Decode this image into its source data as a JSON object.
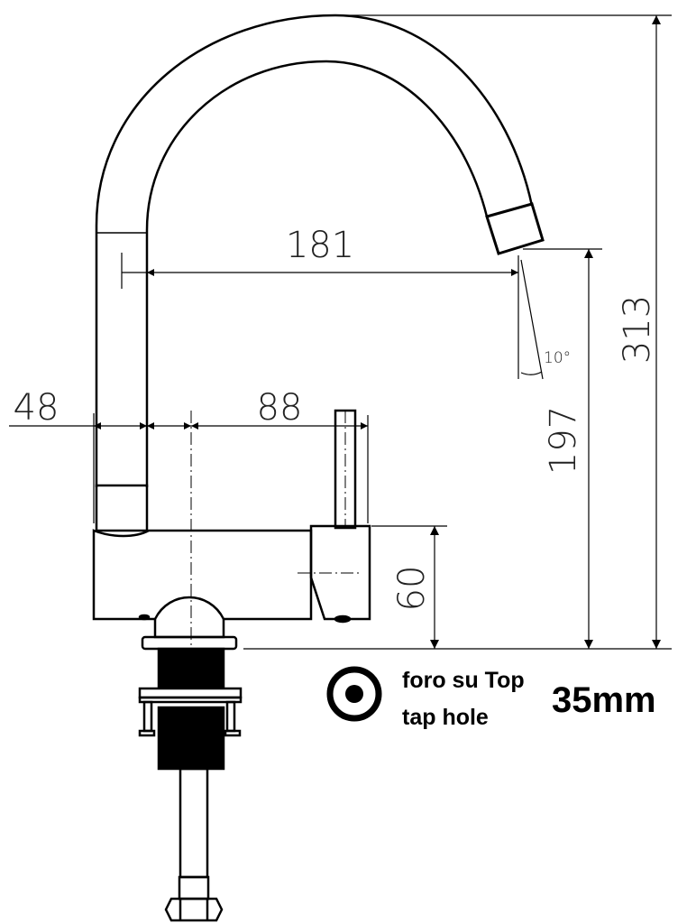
{
  "dimensions": {
    "spout_reach": "181",
    "left_offset": "48",
    "lever_offset": "88",
    "total_height": "313",
    "spout_height": "197",
    "body_height": "60",
    "spout_angle": "10°"
  },
  "legend": {
    "line1": "foro su Top",
    "line2": "tap hole",
    "hole_size": "35mm",
    "icon": "target-circle-icon"
  },
  "colors": {
    "line": "#000000",
    "background": "#ffffff"
  }
}
